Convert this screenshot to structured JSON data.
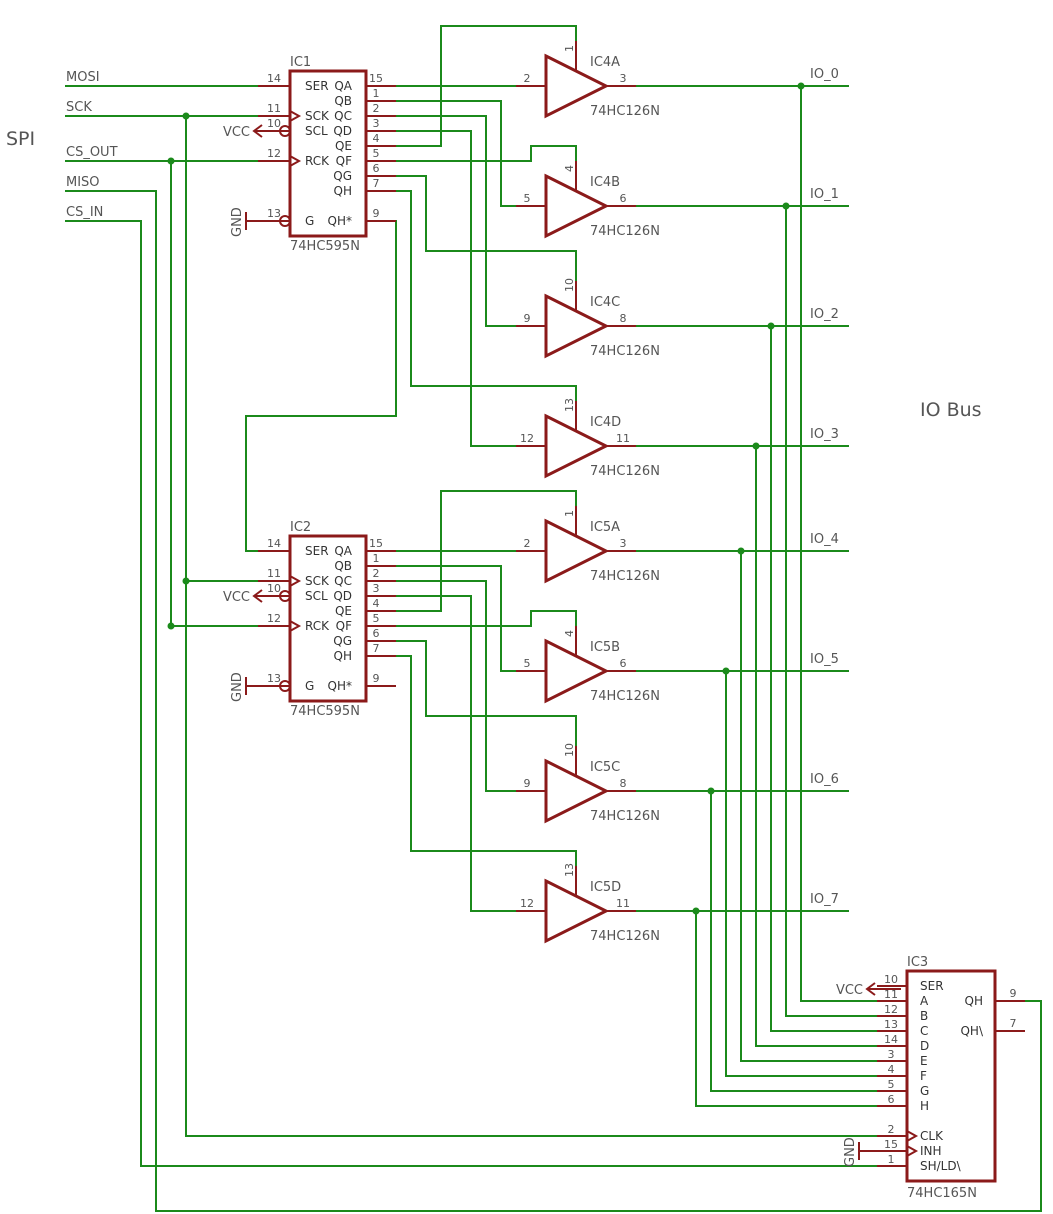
{
  "labels": {
    "spi": "SPI",
    "io_bus": "IO Bus",
    "vcc": "VCC",
    "gnd": "GND"
  },
  "spi_signals": [
    "MOSI",
    "SCK",
    "CS_OUT",
    "MISO",
    "CS_IN"
  ],
  "io_lines": [
    "IO_0",
    "IO_1",
    "IO_2",
    "IO_3",
    "IO_4",
    "IO_5",
    "IO_6",
    "IO_7"
  ],
  "shift_registers": [
    {
      "ref": "IC1",
      "type": "74HC595N",
      "left_pins": [
        {
          "num": "14",
          "name": "SER"
        },
        {
          "num": "11",
          "name": "SCK"
        },
        {
          "num": "10",
          "name": "SCL"
        },
        {
          "num": "12",
          "name": "RCK"
        },
        {
          "num": "13",
          "name": "G"
        }
      ],
      "right_pins": [
        {
          "num": "15",
          "name": "QA"
        },
        {
          "num": "1",
          "name": "QB"
        },
        {
          "num": "2",
          "name": "QC"
        },
        {
          "num": "3",
          "name": "QD"
        },
        {
          "num": "4",
          "name": "QE"
        },
        {
          "num": "5",
          "name": "QF"
        },
        {
          "num": "6",
          "name": "QG"
        },
        {
          "num": "7",
          "name": "QH"
        },
        {
          "num": "9",
          "name": "QH*"
        }
      ]
    },
    {
      "ref": "IC2",
      "type": "74HC595N",
      "left_pins": [
        {
          "num": "14",
          "name": "SER"
        },
        {
          "num": "11",
          "name": "SCK"
        },
        {
          "num": "10",
          "name": "SCL"
        },
        {
          "num": "12",
          "name": "RCK"
        },
        {
          "num": "13",
          "name": "G"
        }
      ],
      "right_pins": [
        {
          "num": "15",
          "name": "QA"
        },
        {
          "num": "1",
          "name": "QB"
        },
        {
          "num": "2",
          "name": "QC"
        },
        {
          "num": "3",
          "name": "QD"
        },
        {
          "num": "4",
          "name": "QE"
        },
        {
          "num": "5",
          "name": "QF"
        },
        {
          "num": "6",
          "name": "QG"
        },
        {
          "num": "7",
          "name": "QH"
        },
        {
          "num": "9",
          "name": "QH*"
        }
      ]
    }
  ],
  "buffers": [
    {
      "ref": "IC4A",
      "type": "74HC126N",
      "in": "2",
      "out": "3",
      "en": "1"
    },
    {
      "ref": "IC4B",
      "type": "74HC126N",
      "in": "5",
      "out": "6",
      "en": "4"
    },
    {
      "ref": "IC4C",
      "type": "74HC126N",
      "in": "9",
      "out": "8",
      "en": "10"
    },
    {
      "ref": "IC4D",
      "type": "74HC126N",
      "in": "12",
      "out": "11",
      "en": "13"
    },
    {
      "ref": "IC5A",
      "type": "74HC126N",
      "in": "2",
      "out": "3",
      "en": "1"
    },
    {
      "ref": "IC5B",
      "type": "74HC126N",
      "in": "5",
      "out": "6",
      "en": "4"
    },
    {
      "ref": "IC5C",
      "type": "74HC126N",
      "in": "9",
      "out": "8",
      "en": "10"
    },
    {
      "ref": "IC5D",
      "type": "74HC126N",
      "in": "12",
      "out": "11",
      "en": "13"
    }
  ],
  "input_register": {
    "ref": "IC3",
    "type": "74HC165N",
    "left_pins": [
      {
        "num": "10",
        "name": "SER"
      },
      {
        "num": "11",
        "name": "A"
      },
      {
        "num": "12",
        "name": "B"
      },
      {
        "num": "13",
        "name": "C"
      },
      {
        "num": "14",
        "name": "D"
      },
      {
        "num": "3",
        "name": "E"
      },
      {
        "num": "4",
        "name": "F"
      },
      {
        "num": "5",
        "name": "G"
      },
      {
        "num": "6",
        "name": "H"
      },
      {
        "num": "2",
        "name": "CLK"
      },
      {
        "num": "15",
        "name": "INH"
      },
      {
        "num": "1",
        "name": "SH/LD\\"
      }
    ],
    "right_pins": [
      {
        "num": "9",
        "name": "QH"
      },
      {
        "num": "7",
        "name": "QH\\"
      }
    ]
  }
}
